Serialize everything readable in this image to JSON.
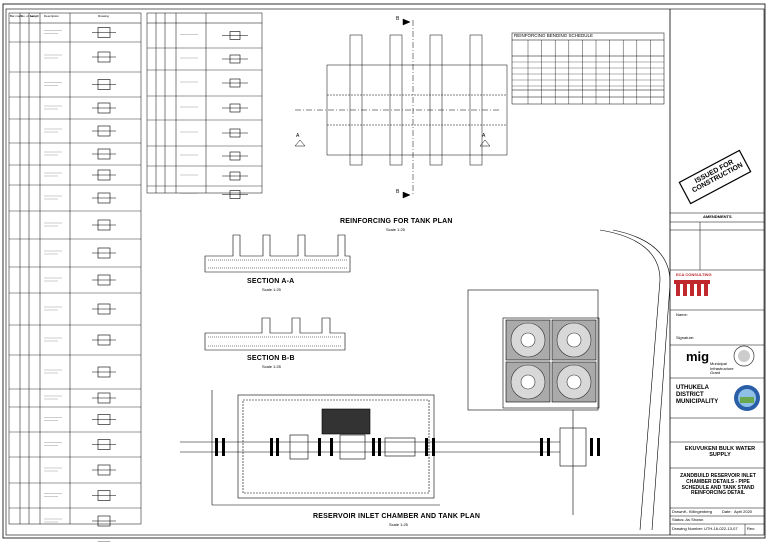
{
  "drawing": {
    "left_schedule_headers": [
      "Bar mark",
      "No. of bars",
      "Length",
      "Description",
      "Drawing"
    ],
    "bending_schedule_title": "REINFORCING BENDING SCHEDULE",
    "views": {
      "tank_plan_title": "REINFORCING FOR TANK PLAN",
      "tank_plan_scale": "Scale 1:25",
      "section_aa_title": "SECTION A-A",
      "section_aa_scale": "Scale 1:25",
      "section_bb_title": "SECTION B-B",
      "section_bb_scale": "Scale 1:25",
      "main_plan_title": "RESERVOIR INLET CHAMBER  AND TANK PLAN",
      "main_plan_scale": "Scale 1:25",
      "marker_a": "A",
      "marker_b": "B"
    },
    "stamp": "ISSUED FOR CONSTRUCTION"
  },
  "title_block": {
    "amendments_label": "AMENDMENTS",
    "consultant": "ECA CONSULTING",
    "client_org": "mig",
    "client_subtitle": "Municipal Infrastructure Grant",
    "municipality": "UTHUKELA DISTRICT MUNICIPALITY",
    "project": "EKUVUKENI BULK WATER SUPPLY",
    "drawing_title": "ZANDBUILD RESERVOIR INLET CHAMBER DETAILS - PIPE SCHEDULE AND TANK STAND REINFORCING DETAIL",
    "drawn_by_label": "Drawn:",
    "drawn_by": "K. Killingenberg",
    "date_label": "Date:",
    "date": "April 2020",
    "status": "Status: As Shown",
    "drawing_number_label": "Drawing Number:",
    "drawing_number": "UTH-16-022-13-07",
    "rev_label": "Rev:",
    "name_label": "Name:",
    "signature_label": "Signature:"
  }
}
